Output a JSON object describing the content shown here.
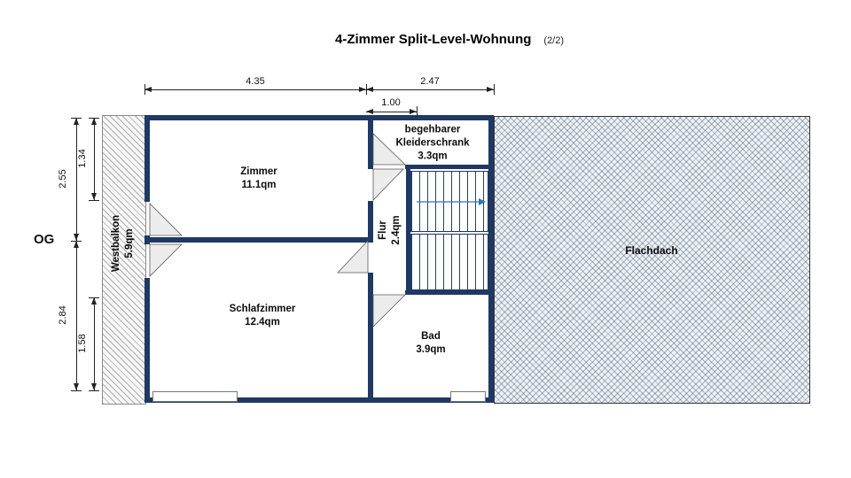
{
  "title": {
    "main": "4-Zimmer Split-Level-Wohnung",
    "page": "(2/2)"
  },
  "floor_label": "OG",
  "dimensions": {
    "width_zimmer": "4.35",
    "width_right": "2.47",
    "width_flur": "1.00",
    "height_upper": "2.55",
    "height_upper_inner": "1.34",
    "height_lower": "2.84",
    "height_lower_inner": "1.58"
  },
  "rooms": {
    "zimmer": {
      "name": "Zimmer",
      "area": "11.1qm"
    },
    "schlafzimmer": {
      "name": "Schlafzimmer",
      "area": "12.4qm"
    },
    "flur": {
      "name": "Flur",
      "area": "2.4qm"
    },
    "kleiderschrank": {
      "name_line1": "begehbarer",
      "name_line2": "Kleiderschrank",
      "area": "3.3qm"
    },
    "bad": {
      "name": "Bad",
      "area": "3.9qm"
    },
    "westbalkon": {
      "name": "Westbalkon",
      "area": "5.9qm"
    },
    "flachdach": {
      "name": "Flachdach"
    }
  },
  "colors": {
    "wall": "#1f3864",
    "stair_arrow": "#2e75b6"
  }
}
